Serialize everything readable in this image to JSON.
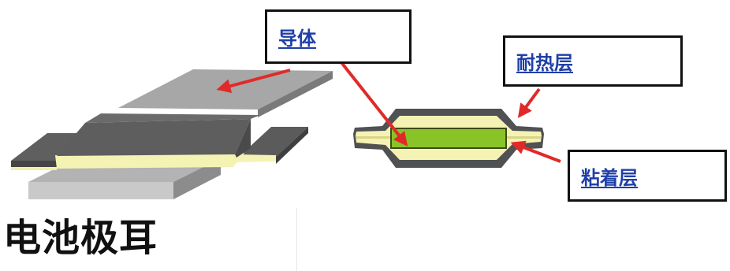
{
  "labels": {
    "conductor": "导体",
    "heat_resistant_layer": "耐热层",
    "adhesive_layer": "粘着层"
  },
  "title": "电池极耳",
  "colors": {
    "label_text": "#1f3fa8",
    "arrow": "#e02a2a",
    "conductor_core": "#88c428",
    "adhesive": "#f5f3b4",
    "heat_layer": "#4f5153",
    "metal_light": "#a8a8a8",
    "metal_dark": "#5d5d5d"
  },
  "icons": {
    "tab_3d": "battery-tab-3d-illustration",
    "cross_section": "battery-tab-cross-section-illustration"
  }
}
